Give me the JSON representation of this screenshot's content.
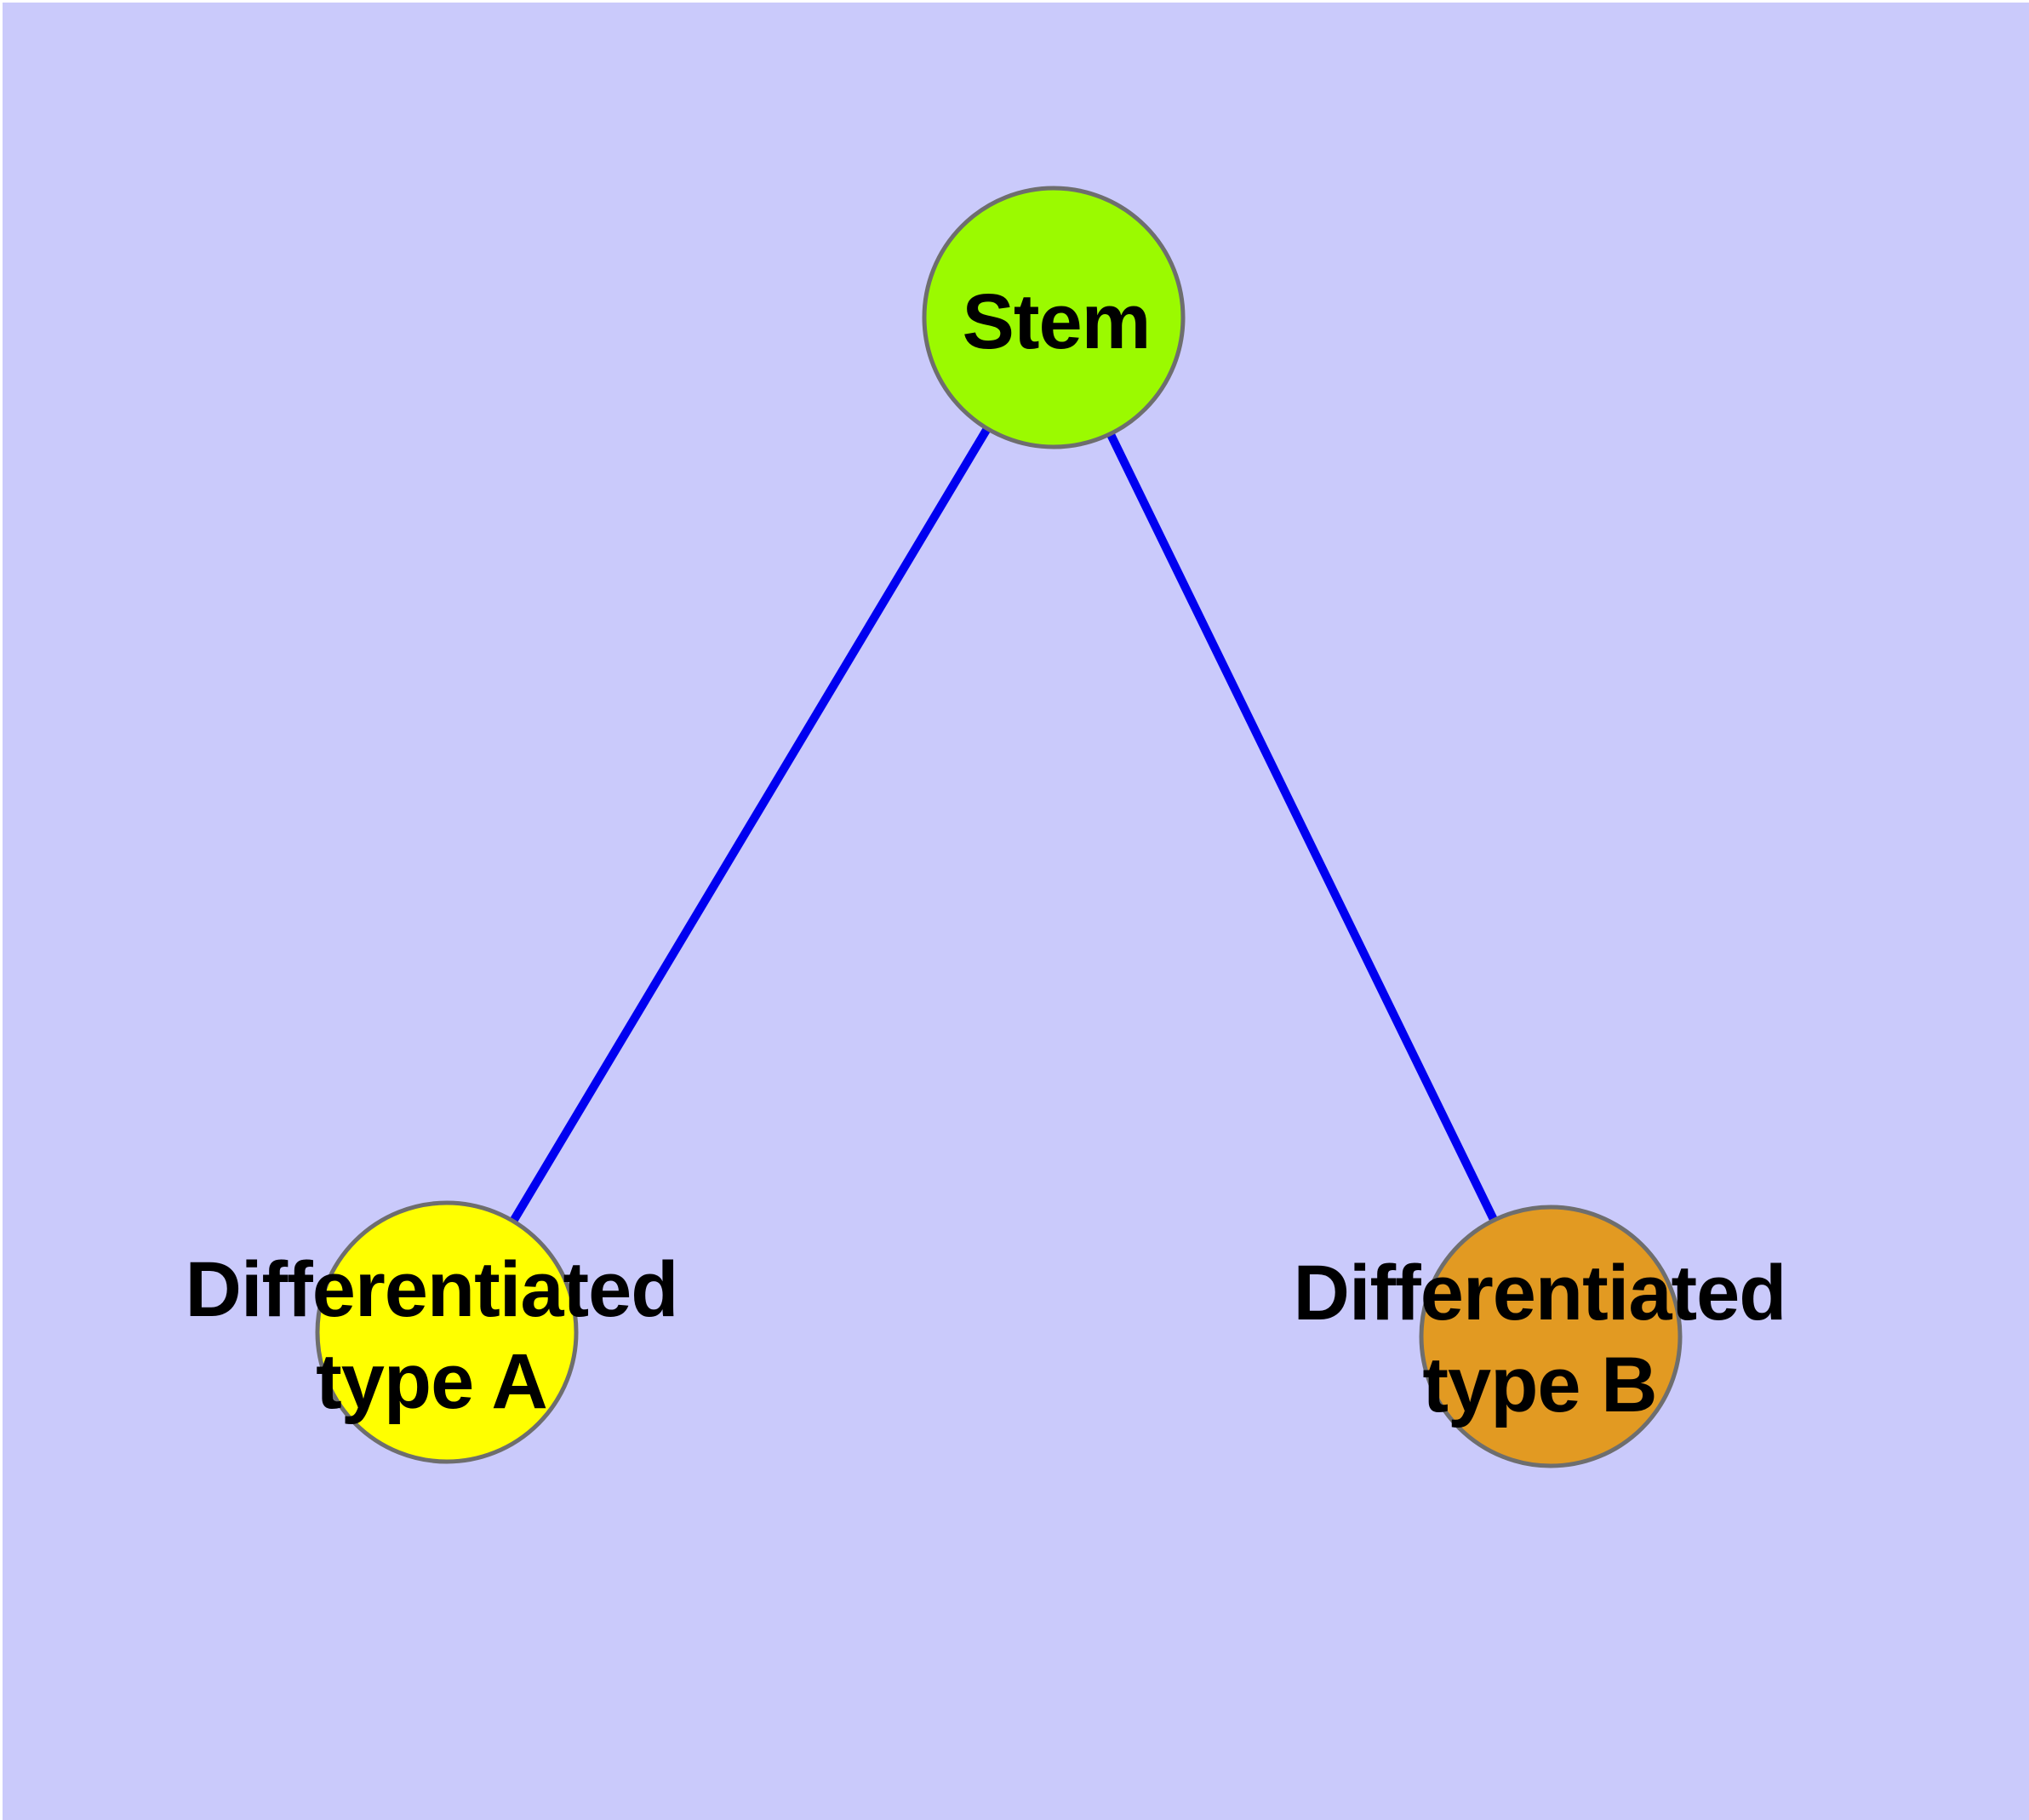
{
  "canvas": {
    "background_color": "#CACAFB",
    "margin_color": "#FFFFFF"
  },
  "text_color": "#000000",
  "node_border_color": "#6E6E6E",
  "nodes": {
    "stem": {
      "label": "Stem",
      "fill": "#9BFA00"
    },
    "type_a": {
      "label": "Differentiated\ntype A",
      "fill": "#FFFF00"
    },
    "type_b": {
      "label": "Differentiated\ntype B",
      "fill": "#E29A22"
    }
  },
  "edges": {
    "color": "#0000F0",
    "list": [
      {
        "from": "Stem",
        "to": "Differentiated type A"
      },
      {
        "from": "Stem",
        "to": "Differentiated type B"
      }
    ]
  }
}
